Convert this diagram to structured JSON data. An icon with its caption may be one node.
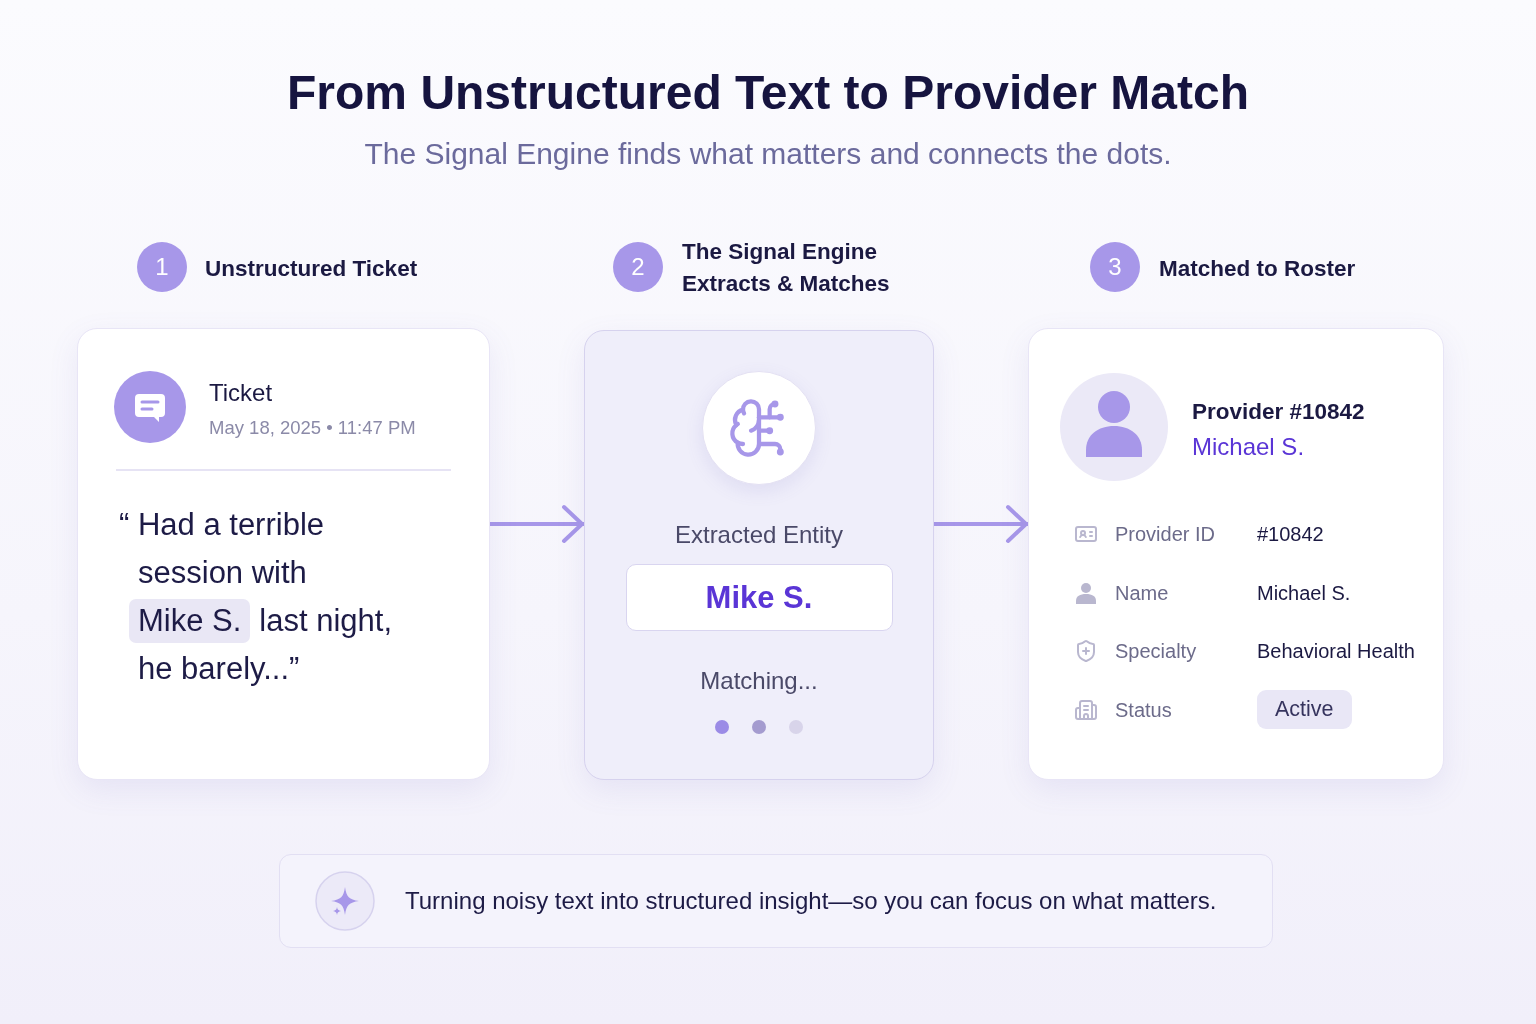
{
  "diagram": {
    "title": "From Unstructured Text to Provider Match",
    "nodes": [
      {
        "text": [
          "Unstructured Ticket",
          "Ticket",
          "May 18, 2025 • 11:47 PM",
          "“ Had a terrible session with",
          "last night,",
          "he barely...”"
        ]
      },
      {
        "text": [
          "Mike S."
        ],
        "in": 0
      },
      {
        "text": [
          "The Signal Engine Extracts & Matches",
          "Extracted Entity",
          "Matching..."
        ]
      },
      {
        "text": [
          "Mike S."
        ],
        "in": 2
      },
      {
        "text": [
          "Matched to Roster",
          "Provider #10842",
          "Michael S.",
          "Provider ID",
          "#10842",
          "Name",
          "Michael S.",
          "Specialty",
          "Behavioral Health",
          "Status"
        ]
      },
      {
        "text": [
          "Active"
        ],
        "in": 4
      },
      {
        "text": [
          "Turning noisy text into structured insight—so you can focus on what matters."
        ]
      }
    ],
    "edges": [
      {
        "from": 0,
        "to": 2,
        "arrow": "to"
      },
      {
        "from": 2,
        "to": 4,
        "arrow": "to"
      }
    ],
    "labels": [
      "The Signal Engine finds what matters and connects the dots.",
      "1",
      "2",
      "3"
    ]
  }
}
